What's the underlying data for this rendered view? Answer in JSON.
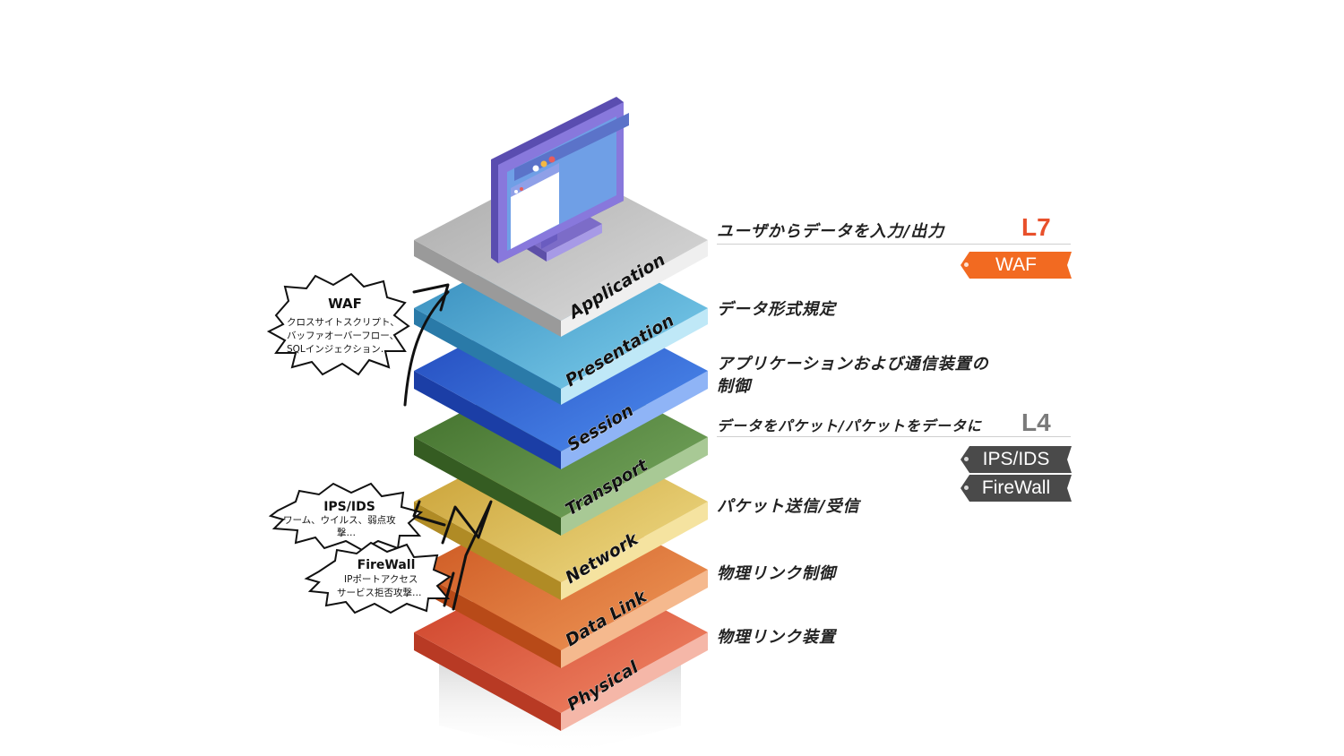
{
  "layers": [
    {
      "name": "Application",
      "description": "ユーザからデータを入力/出力",
      "color": "#c4c4c4"
    },
    {
      "name": "Presentation",
      "description": "データ形式規定",
      "color": "#45a3cc"
    },
    {
      "name": "Session",
      "description": "アプリケーションおよび通信装置の制御",
      "color": "#2f63d8"
    },
    {
      "name": "Transport",
      "description": "データをパケット/パケットをデータに",
      "color": "#4e7a34"
    },
    {
      "name": "Network",
      "description": "パケット送信/受信",
      "color": "#d6b24a"
    },
    {
      "name": "Data Link",
      "description": "物理リンク制御",
      "color": "#d66a2a"
    },
    {
      "name": "Physical",
      "description": "物理リンク装置",
      "color": "#d64a2e"
    }
  ],
  "levels": {
    "l7": {
      "label": "L7",
      "color": "#e8502b"
    },
    "l4": {
      "label": "L4",
      "color": "#7a7a7a"
    }
  },
  "tags": {
    "waf": {
      "label": "WAF",
      "color": "#f26a21"
    },
    "ips_ids": {
      "label": "IPS/IDS",
      "color": "#4a4a4a"
    },
    "firewall": {
      "label": "FireWall",
      "color": "#4a4a4a"
    }
  },
  "bubbles": {
    "waf": {
      "title": "WAF",
      "line1": "クロスサイトスクリプト、",
      "line2": "バッファオーバーフロー、",
      "line3": "SQLインジェクション…"
    },
    "ips": {
      "title": "IPS/IDS",
      "line1": "ワーム、ウイルス、弱点攻",
      "line2": "撃…"
    },
    "fw": {
      "title": "FireWall",
      "line1": "IPポートアクセス",
      "line2": "サービス拒否攻撃…"
    }
  },
  "monitor": {
    "icon": "monitor-icon",
    "frame_color": "#7b6fd0",
    "screen_color": "#6f9fe6"
  }
}
